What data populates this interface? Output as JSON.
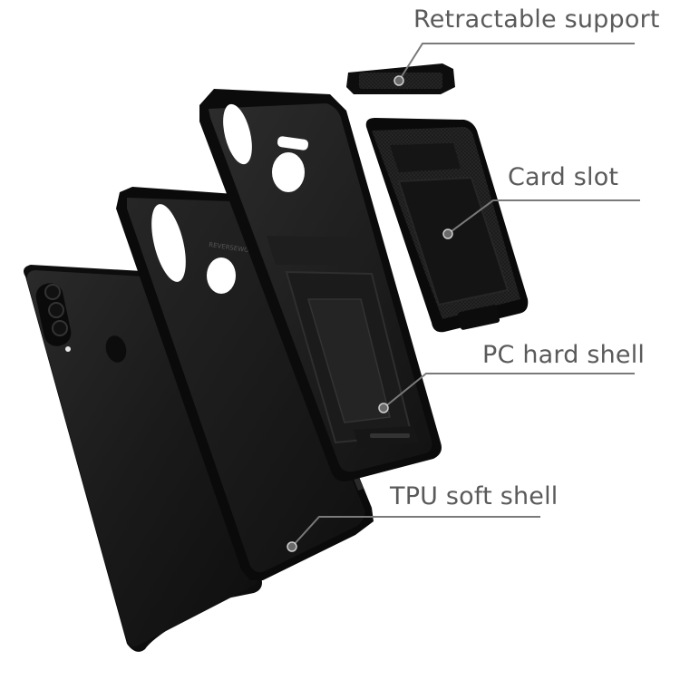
{
  "callouts": {
    "retractable_support": "Retractable support",
    "card_slot": "Card slot",
    "pc_hard_shell": "PC hard shell",
    "tpu_soft_shell": "TPU soft shell"
  },
  "tpu_shell_brand_text": "REVERSEWORDS",
  "colors": {
    "case_black": "#141414",
    "label_gray": "#5a5a5a",
    "leader_line": "#7a7a7a"
  }
}
